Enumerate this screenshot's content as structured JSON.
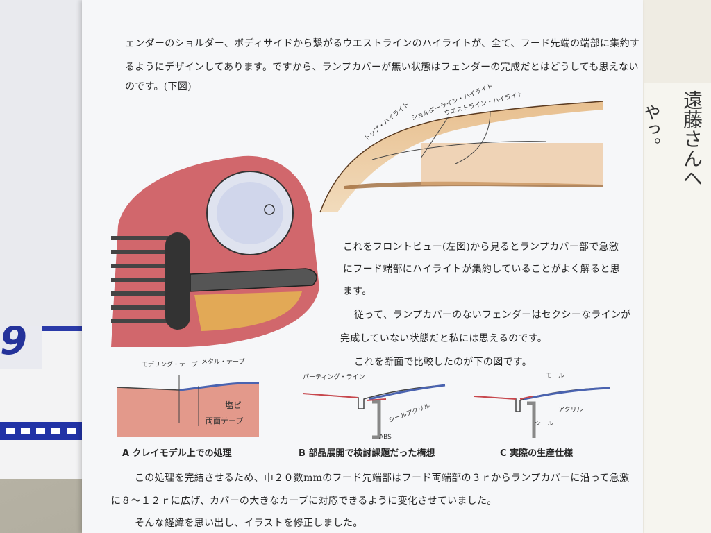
{
  "document": {
    "paragraph1": [
      "ェンダーのショルダー、ボディサイドから繋がるウエストラインのハイライトが、全て、フード先端の端部に集約す",
      "るようにデザインしてあります。ですから、ランプカバーが無い状態はフェンダーの完成だとはどうしても思えない",
      "のです。(下図)"
    ],
    "paragraph2": [
      "これをフロントビュー(左図)から見るとランプカバー部で急激",
      "にフード端部にハイライトが集約していることがよく解ると思",
      "ます。",
      "従って、ランプカバーのないフェンダーはセクシーなラインが",
      "完成していない状態だと私には思えるのです。",
      "これを断面で比較したのが下の図です。"
    ],
    "paragraph3": [
      "この処理を完結させるため、巾２０数mmのフード先端部はフード両端部の３ｒからランプカバーに沿って急激",
      "に８〜１２ｒに広げ、カバーの大きなカーブに対応できるように変化させていました。",
      "そんな経緯を思い出し、イラストを修正しました。"
    ]
  },
  "illustration_labels": {
    "top_highlight": "トップ・ハイライト",
    "shoulder_highlight": "ショルダーライン・ハイライト",
    "waist_highlight": "ウエストライン・ハイライト"
  },
  "sections": [
    {
      "caption": "A クレイモデル上での処理",
      "labels": [
        "モデリング・テープ",
        "メタル・テープ",
        "塩ビ",
        "両面テープ"
      ]
    },
    {
      "caption": "B 部品展開で検討課題だった構想",
      "labels": [
        "パーティング・ライン",
        "シールアクリル",
        "ABS"
      ]
    },
    {
      "caption": "C 実際の生産仕様",
      "labels": [
        "モール",
        "アクリル",
        "シール"
      ]
    }
  ],
  "handwritten_note": [
    "遠藤さんへ",
    "やっ。"
  ],
  "background_doc": {
    "number": "9"
  },
  "colors": {
    "red": "#c8474d",
    "amber": "#d99a54",
    "blue": "#4a63b0",
    "stripe": "#2a3aa8"
  }
}
